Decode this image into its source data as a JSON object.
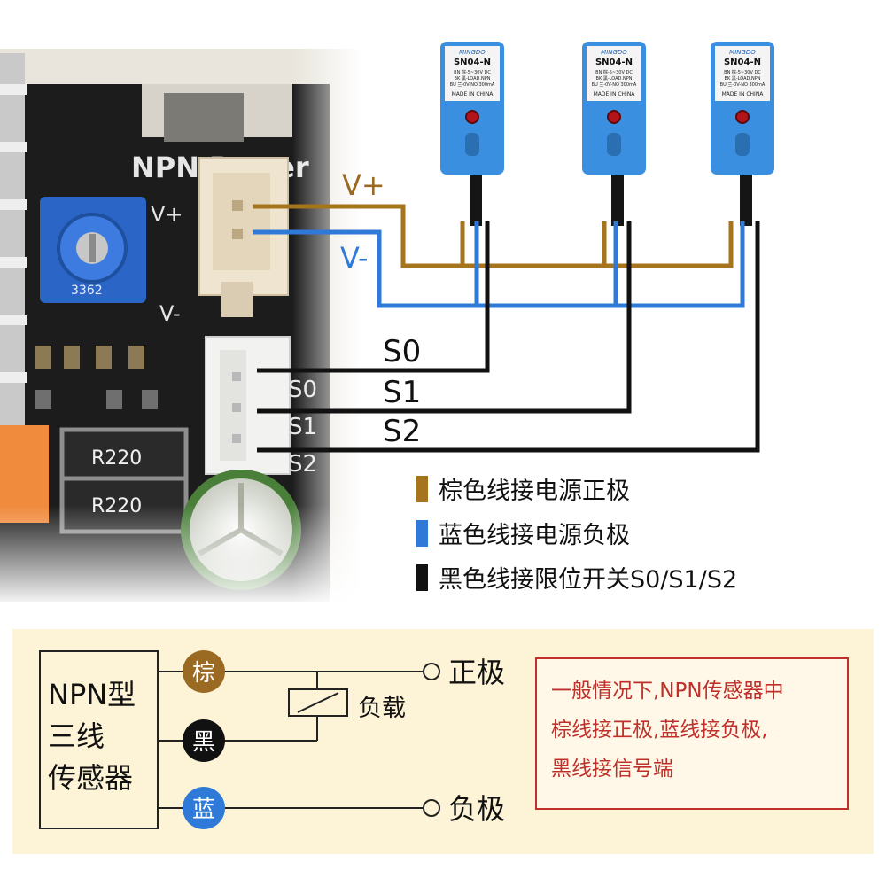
{
  "board": {
    "header": "NPN Power",
    "vplus_label": "V+",
    "vminus_label": "V-",
    "pot_label": "3362",
    "s_labels": [
      "S0",
      "S1",
      "S2"
    ],
    "resistor_label": "R220"
  },
  "wires": {
    "vplus": "V+",
    "vminus": "V-",
    "signals": [
      "S0",
      "S1",
      "S2"
    ]
  },
  "sensors": [
    {
      "model": "SN04-N",
      "brand": "MINGDO",
      "spec": [
        "BN 棕-5~30V DC",
        "BK 黑-LOAD.NPN",
        "BU 兰-0V-NO 300mA"
      ],
      "origin": "MADE IN CHINA"
    },
    {
      "model": "SN04-N",
      "brand": "MINGDO",
      "spec": [
        "BN 棕-5~30V DC",
        "BK 黑-LOAD.NPN",
        "BU 兰-0V-NO 300mA"
      ],
      "origin": "MADE IN CHINA"
    },
    {
      "model": "SN04-N",
      "brand": "MINGDO",
      "spec": [
        "BN 棕-5~30V DC",
        "BK 黑-LOAD.NPN",
        "BU 兰-0V-NO 300mA"
      ],
      "origin": "MADE IN CHINA"
    }
  ],
  "legend": [
    {
      "text": "棕色线接电源正极",
      "color": "#a5741d"
    },
    {
      "text": "蓝色线接电源负极",
      "color": "#2f7ad9"
    },
    {
      "text": "黑色线接限位开关S0/S1/S2",
      "color": "#111111"
    }
  ],
  "schematic": {
    "sensor_label": [
      "NPN型",
      "三线",
      "传感器"
    ],
    "wires": [
      {
        "label": "棕",
        "color": "#9a6a22"
      },
      {
        "label": "黑",
        "color": "#111111"
      },
      {
        "label": "蓝",
        "color": "#2f7ad9"
      }
    ],
    "positive": "正极",
    "negative": "负极",
    "load": "负载",
    "note": [
      "一般情况下,NPN传感器中",
      "棕线接正极,蓝线接负极,",
      "黑线接信号端"
    ]
  },
  "colors": {
    "brown_wire": "#a5741d",
    "blue_wire": "#2f7ad9",
    "black_wire": "#111111",
    "pcb": "#1c1c1c",
    "note_red": "#c0302a",
    "schematic_bg": "#fdf3d6"
  }
}
